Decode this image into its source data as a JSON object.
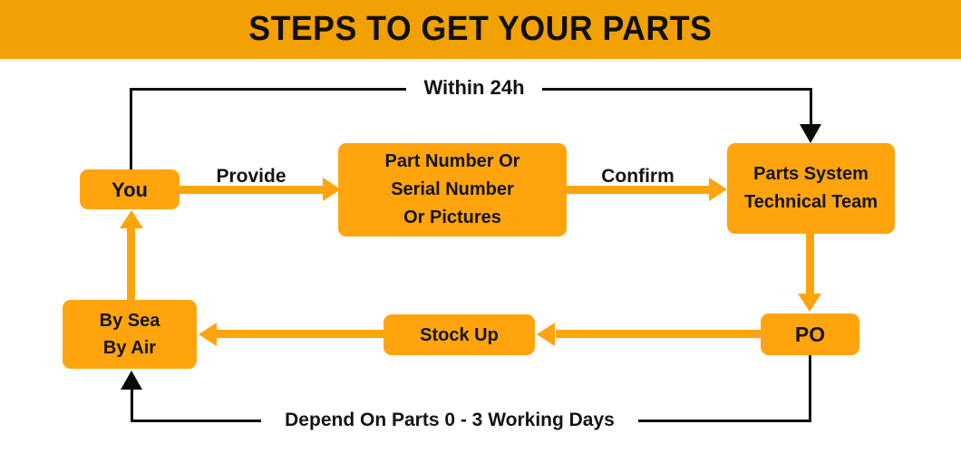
{
  "title": "STEPS TO GET YOUR PARTS",
  "colors": {
    "banner_orange": "#F2A105",
    "box_orange": "#FFA40D",
    "arrow_orange": "#FFA40D",
    "connector_black": "#0b0b0b",
    "text_black": "#141414"
  },
  "nodes": {
    "you": {
      "label": "You"
    },
    "request": {
      "lines": [
        "Part Number Or",
        "Serial Number",
        "Or Pictures"
      ]
    },
    "team": {
      "lines": [
        "Parts System",
        "Technical Team"
      ]
    },
    "po": {
      "label": "PO"
    },
    "stock": {
      "label": "Stock Up"
    },
    "shipping": {
      "lines": [
        "By Sea",
        "By Air"
      ]
    }
  },
  "edges": {
    "provide_label": "Provide",
    "confirm_label": "Confirm",
    "within_label": "Within 24h",
    "depend_label": "Depend On Parts 0 - 3  Working Days"
  }
}
